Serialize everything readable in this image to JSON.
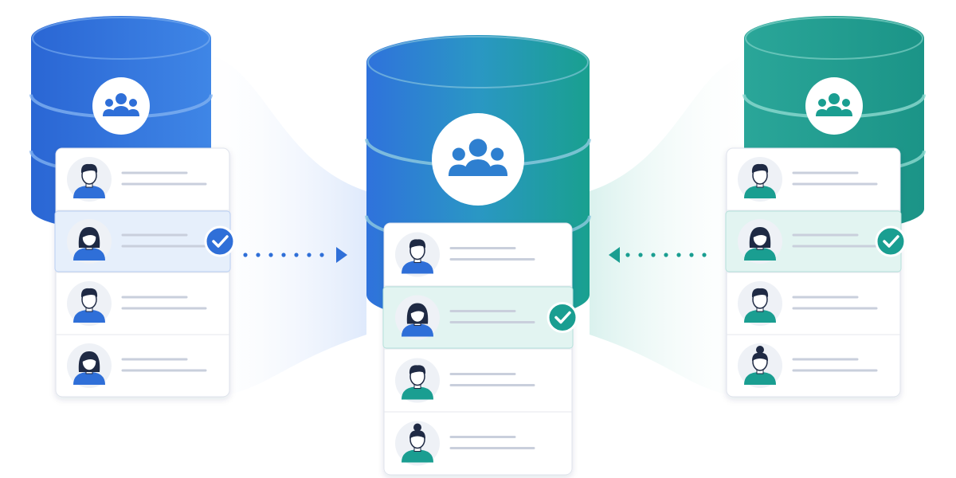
{
  "colors": {
    "blue": "#2f6fd8",
    "blue_light": "#4a8be6",
    "teal": "#1a9e91",
    "teal_light": "#4fc1b5",
    "selected_blue_bg": "#e6effb",
    "selected_teal_bg": "#e2f4f1",
    "line_gray": "#c9cfdc",
    "skin": "#ffffff",
    "hair": "#1f2a44"
  },
  "databases": [
    {
      "id": "left",
      "theme": "blue",
      "icon": "users-icon",
      "records": [
        {
          "avatar": "male",
          "shirt": "blue",
          "selected": false
        },
        {
          "avatar": "female",
          "shirt": "blue",
          "selected": true
        },
        {
          "avatar": "male",
          "shirt": "blue",
          "selected": false
        },
        {
          "avatar": "female",
          "shirt": "blue",
          "selected": false
        }
      ]
    },
    {
      "id": "center",
      "theme": "gradient",
      "icon": "users-icon",
      "records": [
        {
          "avatar": "male",
          "shirt": "blue",
          "selected": false
        },
        {
          "avatar": "female",
          "shirt": "blue",
          "selected": true
        },
        {
          "avatar": "male",
          "shirt": "teal",
          "selected": false
        },
        {
          "avatar": "female-bun",
          "shirt": "teal",
          "selected": false
        }
      ]
    },
    {
      "id": "right",
      "theme": "teal",
      "icon": "users-icon",
      "records": [
        {
          "avatar": "male",
          "shirt": "teal",
          "selected": false
        },
        {
          "avatar": "female",
          "shirt": "teal",
          "selected": true
        },
        {
          "avatar": "male",
          "shirt": "teal",
          "selected": false
        },
        {
          "avatar": "female-bun",
          "shirt": "teal",
          "selected": false
        }
      ]
    }
  ],
  "connectors": [
    {
      "from": "left",
      "to": "center",
      "style": "dotted-arrow",
      "color": "blue"
    },
    {
      "from": "right",
      "to": "center",
      "style": "dotted-arrow",
      "color": "teal"
    }
  ]
}
